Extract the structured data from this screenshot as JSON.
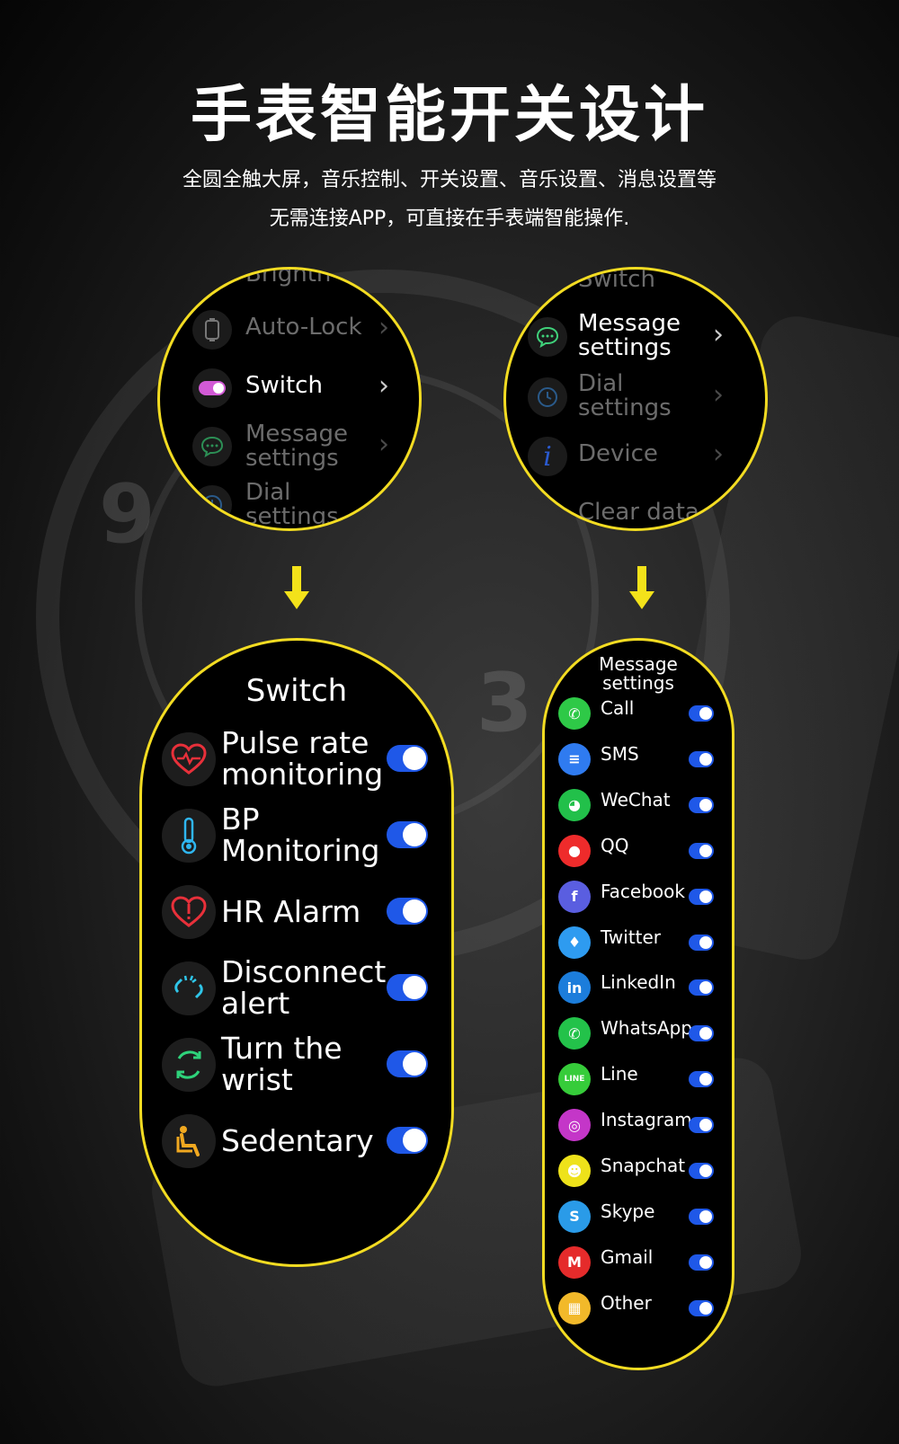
{
  "header": {
    "title": "手表智能开关设计",
    "subtitle_line1": "全圆全触大屏，音乐控制、开关设置、音乐设置、消息设置等",
    "subtitle_line2": "无需连接APP，可直接在手表端智能操作."
  },
  "left_circle": {
    "partial_top": "Brightn",
    "items": [
      {
        "label": "Auto-Lock",
        "icon": "watch-lock-icon",
        "dim": true
      },
      {
        "label": "Switch",
        "icon": "toggle-icon",
        "dim": false
      },
      {
        "label": "Message\nsettings",
        "icon": "message-icon",
        "dim": true
      },
      {
        "label": "Dial\nsettings",
        "icon": "clock-icon",
        "dim": true
      }
    ]
  },
  "right_circle": {
    "partial_top": "Switch",
    "items": [
      {
        "label": "Message\nsettings",
        "icon": "message-icon",
        "dim": false
      },
      {
        "label": "Dial\nsettings",
        "icon": "clock-icon",
        "dim": true
      },
      {
        "label": "Device",
        "icon": "info-icon",
        "dim": true
      }
    ],
    "partial_bottom": "Clear data"
  },
  "switch_panel": {
    "title": "Switch",
    "items": [
      {
        "label": "Pulse rate\nmonitoring",
        "icon": "heart-pulse-icon",
        "enabled": true
      },
      {
        "label": "BP\nMonitoring",
        "icon": "thermometer-icon",
        "enabled": true
      },
      {
        "label": "HR Alarm",
        "icon": "heart-alert-icon",
        "enabled": true
      },
      {
        "label": "Disconnect\nalert",
        "icon": "disconnect-icon",
        "enabled": true
      },
      {
        "label": "Turn the\nwrist",
        "icon": "rotate-icon",
        "enabled": true
      },
      {
        "label": "Sedentary",
        "icon": "sedentary-icon",
        "enabled": true
      }
    ]
  },
  "message_panel": {
    "title": "Message\nsettings",
    "items": [
      {
        "label": "Call",
        "icon": "phone-icon",
        "glyph": "✆",
        "color": "#2ec947",
        "enabled": true
      },
      {
        "label": "SMS",
        "icon": "sms-icon",
        "glyph": "≡",
        "color": "#2f7bf0",
        "enabled": true
      },
      {
        "label": "WeChat",
        "icon": "wechat-icon",
        "glyph": "◕",
        "color": "#22c04a",
        "enabled": true
      },
      {
        "label": "QQ",
        "icon": "qq-icon",
        "glyph": "●",
        "color": "#ee2b2b",
        "enabled": true
      },
      {
        "label": "Facebook",
        "icon": "facebook-icon",
        "glyph": "f",
        "color": "#5a5ee0",
        "enabled": true
      },
      {
        "label": "Twitter",
        "icon": "twitter-icon",
        "glyph": "♦",
        "color": "#2e9bf0",
        "enabled": true
      },
      {
        "label": "LinkedIn",
        "icon": "linkedin-icon",
        "glyph": "in",
        "color": "#1c7ddb",
        "enabled": true
      },
      {
        "label": "WhatsApp",
        "icon": "whatsapp-icon",
        "glyph": "✆",
        "color": "#23c24a",
        "enabled": true
      },
      {
        "label": "Line",
        "icon": "line-icon",
        "glyph": "LINE",
        "color": "#36cc3a",
        "enabled": true
      },
      {
        "label": "Instagram",
        "icon": "instagram-icon",
        "glyph": "◎",
        "color": "#c436c8",
        "enabled": true
      },
      {
        "label": "Snapchat",
        "icon": "snapchat-icon",
        "glyph": "☻",
        "color": "#eee21a",
        "enabled": true
      },
      {
        "label": "Skype",
        "icon": "skype-icon",
        "glyph": "S",
        "color": "#2a9be8",
        "enabled": true
      },
      {
        "label": "Gmail",
        "icon": "gmail-icon",
        "glyph": "M",
        "color": "#e52b2b",
        "enabled": true
      },
      {
        "label": "Other",
        "icon": "other-apps-icon",
        "glyph": "▦",
        "color": "#f2b92a",
        "enabled": true
      }
    ]
  },
  "colors": {
    "accent_border": "#f3dc22",
    "toggle_on": "#1f58e8",
    "arrow": "#f3e21a"
  }
}
